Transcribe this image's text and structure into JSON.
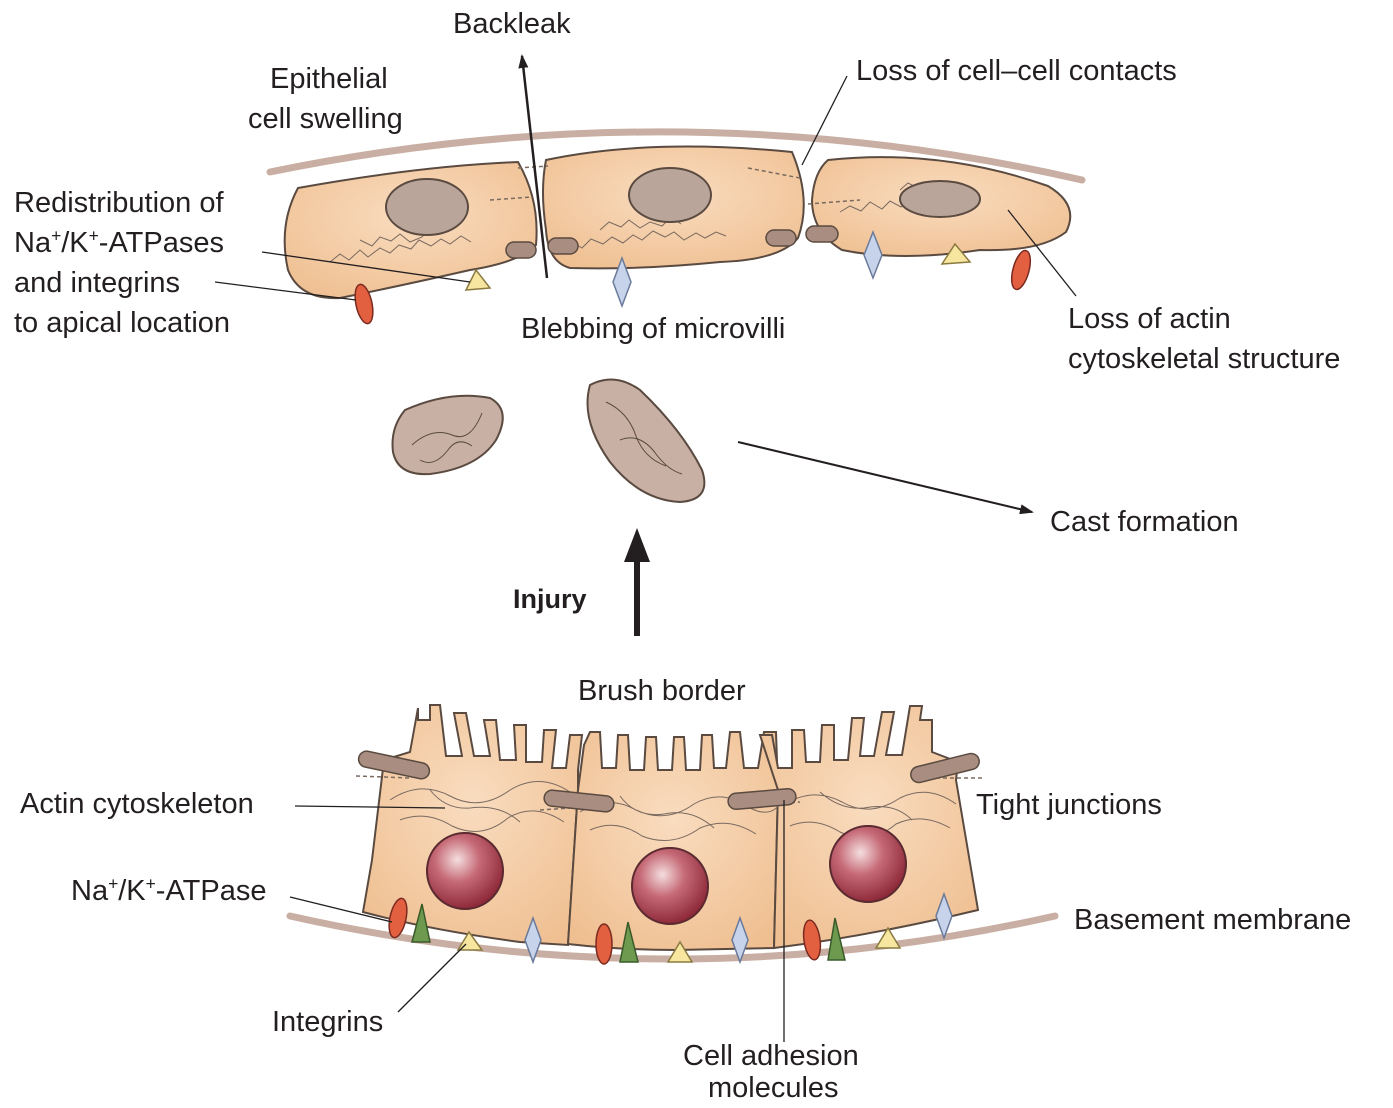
{
  "labels": {
    "backleak": "Backleak",
    "epithelial_swelling": [
      "Epithelial",
      "cell swelling"
    ],
    "loss_contacts": "Loss of cell–cell contacts",
    "redistribution": {
      "line1": "Redistribution of",
      "na": "Na",
      "plus1": "+",
      "slash_k": "/K",
      "plus2": "+",
      "atpases": "-ATPases",
      "line3": "and integrins",
      "line4": "to apical location"
    },
    "blebbing": "Blebbing of microvilli",
    "loss_actin": [
      "Loss of actin",
      "cytoskeletal structure"
    ],
    "cast_formation": "Cast formation",
    "injury": "Injury",
    "brush_border": "Brush border",
    "actin_cytoskeleton": "Actin cytoskeleton",
    "tight_junctions": "Tight junctions",
    "na_k_atpase": {
      "na": "Na",
      "plus1": "+",
      "slash_k": "/K",
      "plus2": "+",
      "atpase": "-ATPase"
    },
    "basement_membrane": "Basement membrane",
    "integrins": "Integrins",
    "cell_adhesion": [
      "Cell adhesion",
      "molecules"
    ]
  },
  "colors": {
    "cell_fill": "#f5cfa6",
    "cell_stroke": "#5a4a40",
    "nucleus_damaged": "#b9a59a",
    "nucleus_healthy": "#b0404f",
    "membrane": "#c9aea3",
    "junction": "#a88d80",
    "atpase": "#e2603f",
    "integrin": "#f7e6a0",
    "adhesion": "#c6d3ea",
    "green_marker": "#6d9a4e"
  }
}
